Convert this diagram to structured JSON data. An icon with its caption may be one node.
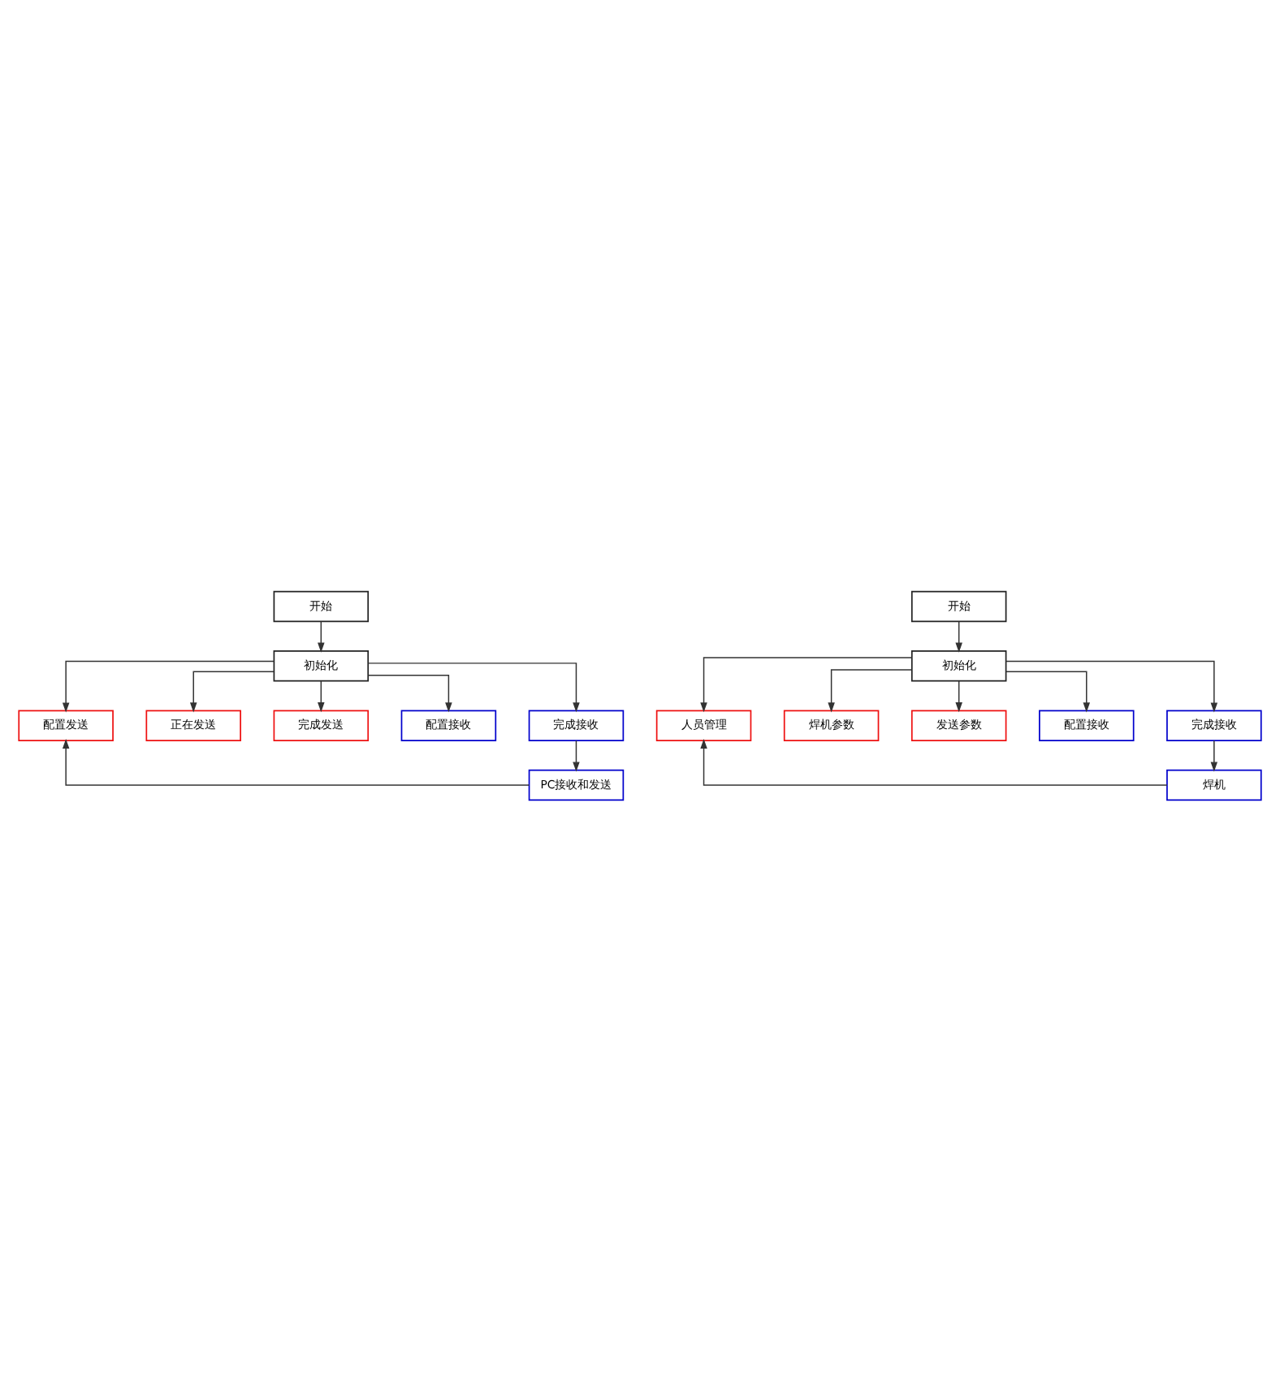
{
  "diagram": {
    "nodes": [
      {
        "text": [
          "开始"
        ]
      },
      {
        "text": [
          "初始化"
        ]
      },
      {
        "text": [
          "配置发送"
        ]
      },
      {
        "text": [
          "正在发送"
        ]
      },
      {
        "text": [
          "完成发送"
        ]
      },
      {
        "text": [
          "配置接收"
        ]
      },
      {
        "text": [
          "完成接收"
        ]
      },
      {
        "text": [
          "PC接收和发送"
        ]
      },
      {
        "text": [
          "开始"
        ]
      },
      {
        "text": [
          "初始化"
        ]
      },
      {
        "text": [
          "人员管理"
        ]
      },
      {
        "text": [
          "焊机参数"
        ]
      },
      {
        "text": [
          "发送参数"
        ]
      },
      {
        "text": [
          "配置接收"
        ]
      },
      {
        "text": [
          "完成接收"
        ]
      },
      {
        "text": [
          "焊机"
        ]
      }
    ],
    "edges": [
      {
        "from": 0,
        "to": 1,
        "arrow": "to"
      },
      {
        "from": 1,
        "to": 2,
        "arrow": "to"
      },
      {
        "from": 1,
        "to": 3,
        "arrow": "to"
      },
      {
        "from": 1,
        "to": 4,
        "arrow": "to"
      },
      {
        "from": 1,
        "to": 5,
        "arrow": "to"
      },
      {
        "from": 1,
        "to": 6,
        "arrow": "to"
      },
      {
        "from": 6,
        "to": 7,
        "arrow": "to"
      },
      {
        "from": 7,
        "to": 2,
        "arrow": "to"
      },
      {
        "from": 8,
        "to": 9,
        "arrow": "to"
      },
      {
        "from": 9,
        "to": 10,
        "arrow": "to"
      },
      {
        "from": 9,
        "to": 11,
        "arrow": "to"
      },
      {
        "from": 9,
        "to": 12,
        "arrow": "to"
      },
      {
        "from": 9,
        "to": 13,
        "arrow": "to"
      },
      {
        "from": 9,
        "to": 14,
        "arrow": "to"
      },
      {
        "from": 14,
        "to": 15,
        "arrow": "to"
      },
      {
        "from": 15,
        "to": 10,
        "arrow": "to"
      }
    ]
  }
}
